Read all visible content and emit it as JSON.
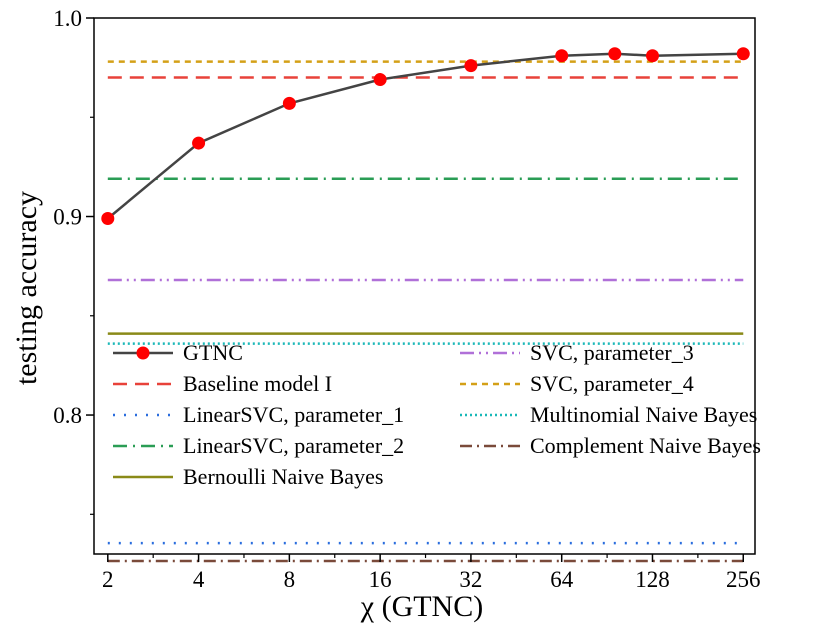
{
  "chart_data": {
    "type": "line",
    "xlabel": "χ (GTNC)",
    "ylabel": "testing accuracy",
    "x_scale": "log2",
    "x_ticks": [
      2,
      4,
      8,
      16,
      32,
      64,
      128,
      256
    ],
    "x_tick_labels": [
      "2",
      "4",
      "8",
      "16",
      "32",
      "64",
      "128",
      "256"
    ],
    "y_ticks": [
      0.8,
      0.9,
      1.0
    ],
    "y_tick_labels": [
      "0.8",
      "0.9",
      "1.0"
    ],
    "ylim": [
      0.73,
      1.0
    ],
    "xlim": [
      1.8,
      280
    ],
    "grid": false,
    "legend_position": "center-left",
    "series": [
      {
        "name": "GTNC",
        "kind": "line-markers",
        "color": "#444444",
        "marker_color": "#ff0000",
        "x": [
          2,
          4,
          8,
          16,
          32,
          64,
          96,
          128,
          256
        ],
        "y": [
          0.899,
          0.937,
          0.957,
          0.969,
          0.976,
          0.981,
          0.982,
          0.981,
          0.982
        ]
      },
      {
        "name": "Baseline model I",
        "kind": "hline",
        "y": 0.97,
        "color": "#e8423a",
        "dash": "14,8"
      },
      {
        "name": "LinearSVC, parameter_1",
        "kind": "hline",
        "y": 0.7355,
        "color": "#2a6dde",
        "dash": "2,9"
      },
      {
        "name": "LinearSVC, parameter_2",
        "kind": "hline",
        "y": 0.919,
        "color": "#2a9d55",
        "dash": "14,6,2,6"
      },
      {
        "name": "Bernoulli Naive Bayes",
        "kind": "hline",
        "y": 0.841,
        "color": "#8a8a18",
        "dash": ""
      },
      {
        "name": "SVC, parameter_3",
        "kind": "hline",
        "y": 0.868,
        "color": "#b070d8",
        "dash": "14,5,2,5,2,5"
      },
      {
        "name": "SVC, parameter_4",
        "kind": "hline",
        "y": 0.978,
        "color": "#d4a017",
        "dash": "6,5"
      },
      {
        "name": "Multinomial Naive Bayes",
        "kind": "hline",
        "y": 0.836,
        "color": "#19b8b8",
        "dash": "2,3"
      },
      {
        "name": "Complement Naive Bayes",
        "kind": "hline",
        "y": 0.7265,
        "color": "#7a4a3a",
        "dash": "12,5,2,5"
      }
    ]
  }
}
